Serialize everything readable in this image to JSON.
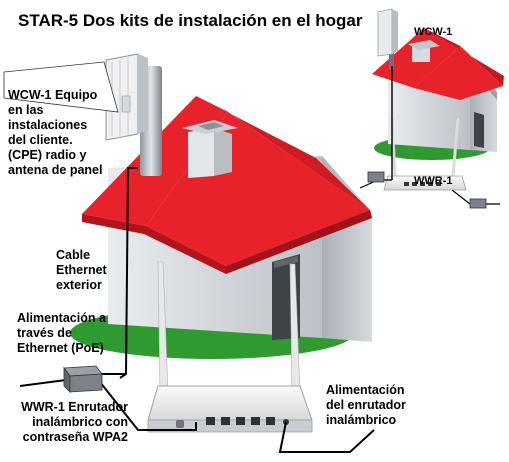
{
  "title": "STAR-5 Dos kits de instalación en el hogar",
  "labels": {
    "wcw1_small": "WCW-1",
    "wwr1_small": "WWR-1",
    "cpe": "WCW-1 Equipo\nen las\ninstalaciones\ndel cliente.\n(CPE) radio y\nantena de panel",
    "cable": "Cable\nEthernet\nexterior",
    "poe": "Alimentación a\ntravés de\nEthernet (PoE)",
    "router": "WWR-1 Enrutador\ninalámbrico con\ncontraseña WPA2",
    "router_power": "Alimentación\ndel enrutador\ninalámbrico"
  },
  "colors": {
    "roof": "#e8222a",
    "wall": "#c8ccd2",
    "grass": "#2f9a2f",
    "cable": "#000000"
  }
}
